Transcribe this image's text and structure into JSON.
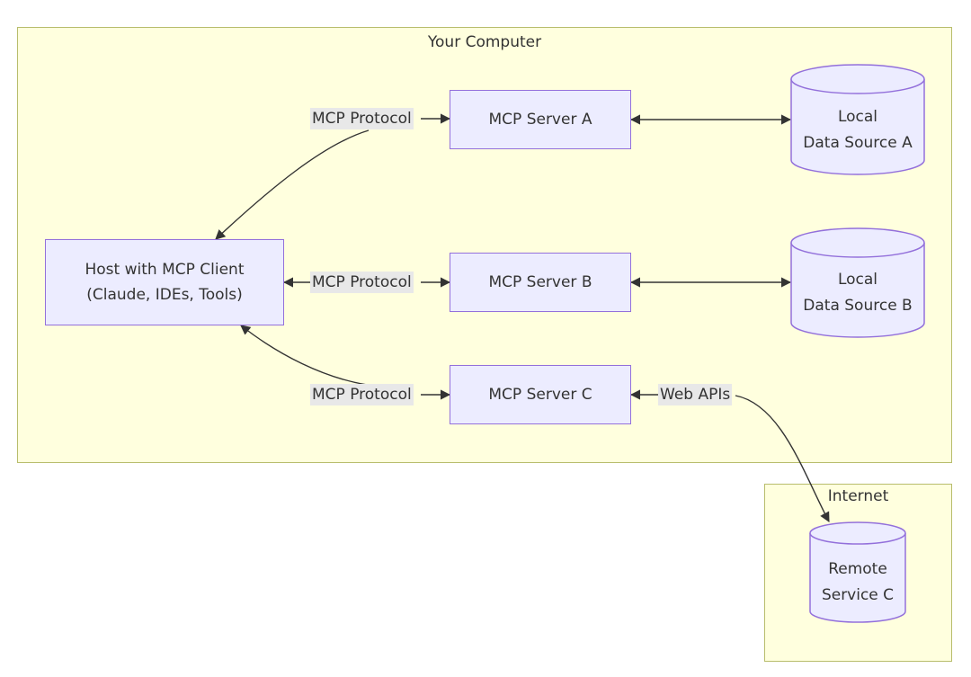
{
  "clusters": {
    "computer": {
      "title": "Your Computer"
    },
    "internet": {
      "title": "Internet"
    }
  },
  "nodes": {
    "host": {
      "line1": "Host with MCP Client",
      "line2": "(Claude, IDEs, Tools)"
    },
    "server_a": {
      "label": "MCP Server A"
    },
    "server_b": {
      "label": "MCP Server B"
    },
    "server_c": {
      "label": "MCP Server C"
    },
    "source_a": {
      "line1": "Local",
      "line2": "Data Source A"
    },
    "source_b": {
      "line1": "Local",
      "line2": "Data Source B"
    },
    "remote_c": {
      "line1": "Remote",
      "line2": "Service C"
    }
  },
  "edges": {
    "protocol_a": "MCP Protocol",
    "protocol_b": "MCP Protocol",
    "protocol_c": "MCP Protocol",
    "web_apis": "Web APIs"
  },
  "colors": {
    "cluster_fill": "#ffffde",
    "cluster_border": "#b8bd6c",
    "node_fill": "#ececff",
    "node_border": "#9370db",
    "label_bg": "#e8e8e8",
    "edge": "#333333"
  }
}
